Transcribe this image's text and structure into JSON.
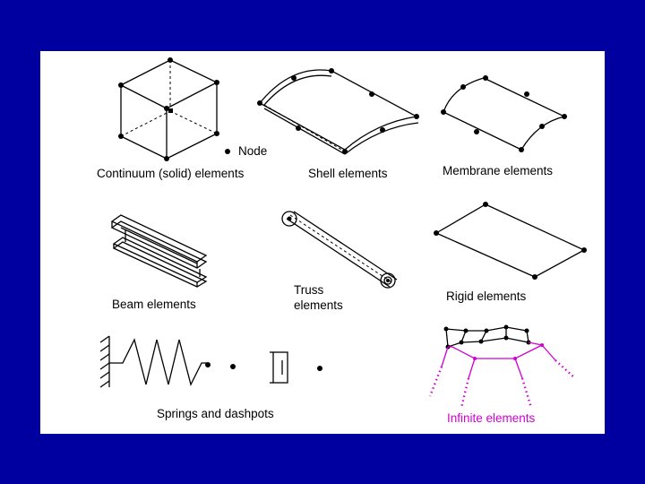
{
  "labels": {
    "node": "Node",
    "continuum": "Continuum  (solid)  elements",
    "shell": "Shell  elements",
    "membrane": "Membrane elements",
    "beam": "Beam  elements",
    "truss_line1": "Truss",
    "truss_line2": "elements",
    "rigid": "Rigid elements",
    "springs": "Springs  and dashpots",
    "infinite": "Infinite  elements"
  },
  "colors": {
    "background": "#0000a0",
    "panel": "#ffffff",
    "line": "#000000",
    "infinite": "#d000d0"
  }
}
